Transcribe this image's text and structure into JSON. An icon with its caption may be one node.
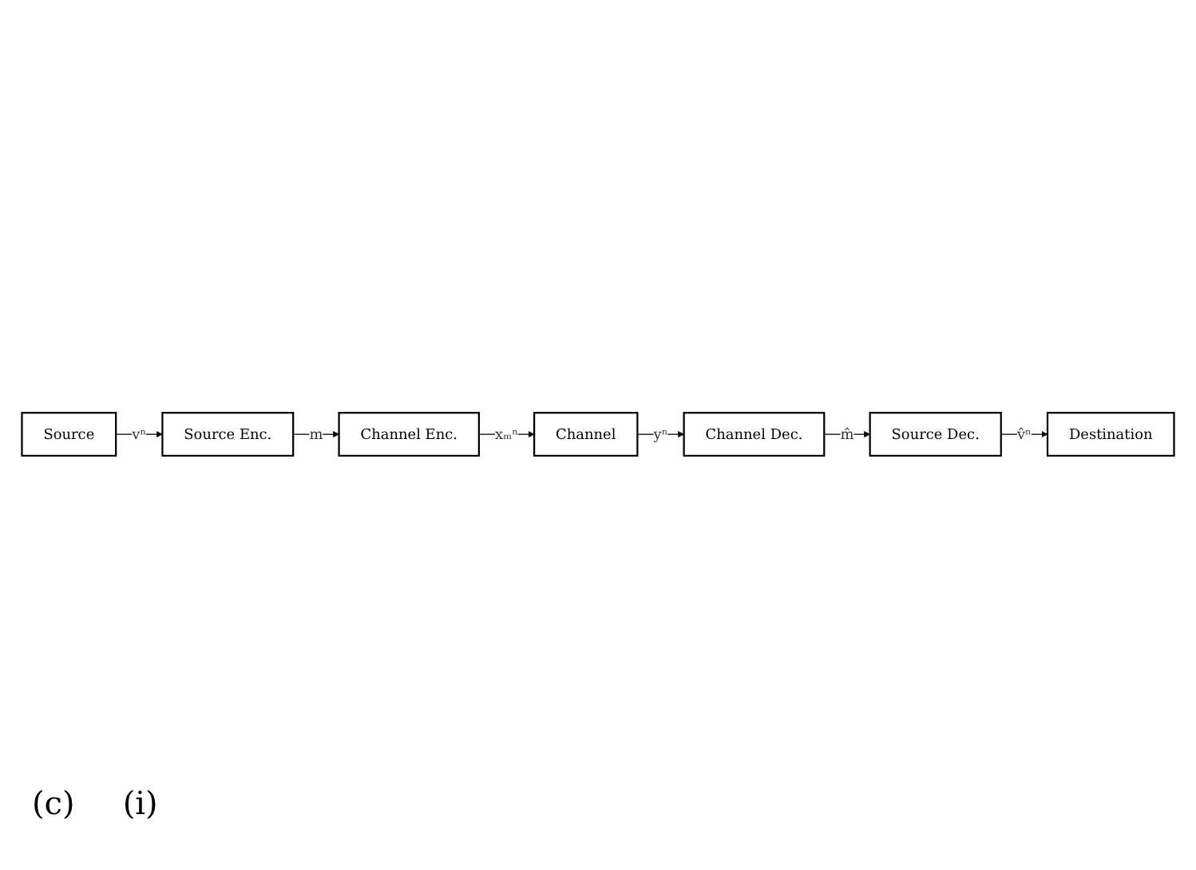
{
  "diagram": {
    "nodes": [
      {
        "text": [
          "Source"
        ]
      },
      {
        "text": [
          "Source Enc."
        ]
      },
      {
        "text": [
          "Channel Enc."
        ]
      },
      {
        "text": [
          "Channel"
        ]
      },
      {
        "text": [
          "Channel Dec."
        ]
      },
      {
        "text": [
          "Source Dec."
        ]
      },
      {
        "text": [
          "Destination"
        ]
      }
    ],
    "edges": [
      {
        "from": 0,
        "to": 1,
        "arrow": "to",
        "label": "vⁿ"
      },
      {
        "from": 1,
        "to": 2,
        "arrow": "to",
        "label": "m"
      },
      {
        "from": 2,
        "to": 3,
        "arrow": "to",
        "label": "xₘⁿ"
      },
      {
        "from": 3,
        "to": 4,
        "arrow": "to",
        "label": "yⁿ"
      },
      {
        "from": 4,
        "to": 5,
        "arrow": "to",
        "label": "m̂"
      },
      {
        "from": 5,
        "to": 6,
        "arrow": "to",
        "label": "v̂ⁿ"
      }
    ],
    "labels": [
      "(c)",
      "(i)"
    ]
  }
}
